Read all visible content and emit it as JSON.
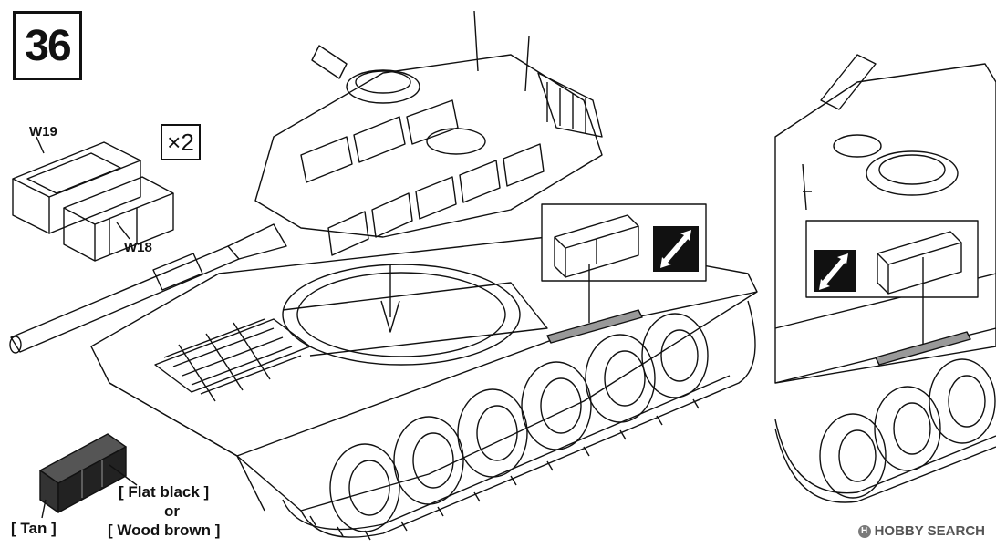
{
  "step": {
    "number": "36"
  },
  "parts": {
    "upper": "W19",
    "lower": "W18",
    "quantity": "×2"
  },
  "colors": {
    "part1": "[ Flat black ]",
    "conjunction": "or",
    "part2": "[ Wood brown ]",
    "base": "[ Tan ]"
  },
  "watermark": {
    "text": "HOBBY SEARCH"
  },
  "icons": [
    "flip-arrows-icon",
    "hobby-search-logo-icon"
  ]
}
